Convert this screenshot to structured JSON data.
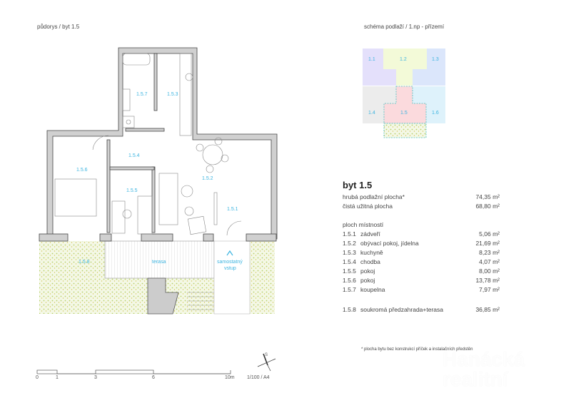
{
  "header": {
    "plan_title": "půdorys / byt 1.5",
    "schema_title": "schéma podlaží / 1.np - přízemí"
  },
  "plan": {
    "rooms": {
      "r151": "1.5.1",
      "r152": "1.5.2",
      "r153": "1.5.3",
      "r154": "1.5.4",
      "r155": "1.5.5",
      "r156": "1.5.6",
      "r157": "1.5.7",
      "r158": "1.5.8"
    },
    "terrace": "terasa",
    "entrance_line1": "samostatný",
    "entrance_line2": "vstup",
    "label_color": "#3cb4e0"
  },
  "schema": {
    "units": [
      {
        "label": "1.1",
        "color": "#e4e0fb"
      },
      {
        "label": "1.2",
        "color": "#f3fad8"
      },
      {
        "label": "1.3",
        "color": "#dbe6fb"
      },
      {
        "label": "1.4",
        "color": "#ececec"
      },
      {
        "label": "1.5",
        "color": "#fbdadd"
      },
      {
        "label": "1.6",
        "color": "#def2fb"
      }
    ]
  },
  "scale": {
    "ticks": [
      "0",
      "1",
      "3",
      "6",
      "10m"
    ],
    "ratio": "1/100 / A4",
    "north": "S"
  },
  "summary": {
    "title": "byt 1.5",
    "gross_label": "hrubá podlažní plocha*",
    "gross_value": "74,35 m²",
    "net_label": "čistá užitná plocha",
    "net_value": "68,80 m²",
    "rooms_heading": "ploch místností",
    "rooms": [
      {
        "no": "1.5.1",
        "name": "zádveří",
        "area": "5,06 m²"
      },
      {
        "no": "1.5.2",
        "name": "obývací pokoj, jídelna",
        "area": "21,69 m²"
      },
      {
        "no": "1.5.3",
        "name": "kuchyně",
        "area": "8,23 m²"
      },
      {
        "no": "1.5.4",
        "name": "chodba",
        "area": "4,07 m²"
      },
      {
        "no": "1.5.5",
        "name": "pokoj",
        "area": "8,00 m²"
      },
      {
        "no": "1.5.6",
        "name": "pokoj",
        "area": "13,78 m²"
      },
      {
        "no": "1.5.7",
        "name": "koupelna",
        "area": "7,97 m²"
      }
    ],
    "garden": {
      "no": "1.5.8",
      "name": "soukromá předzahrada+terasa",
      "area": "36,85 m²"
    },
    "footnote": "* plocha bytu bez konstrukcí příček a instalačních předstěn"
  },
  "watermark": {
    "line1": "Hanácká",
    "line2": "realitní"
  }
}
